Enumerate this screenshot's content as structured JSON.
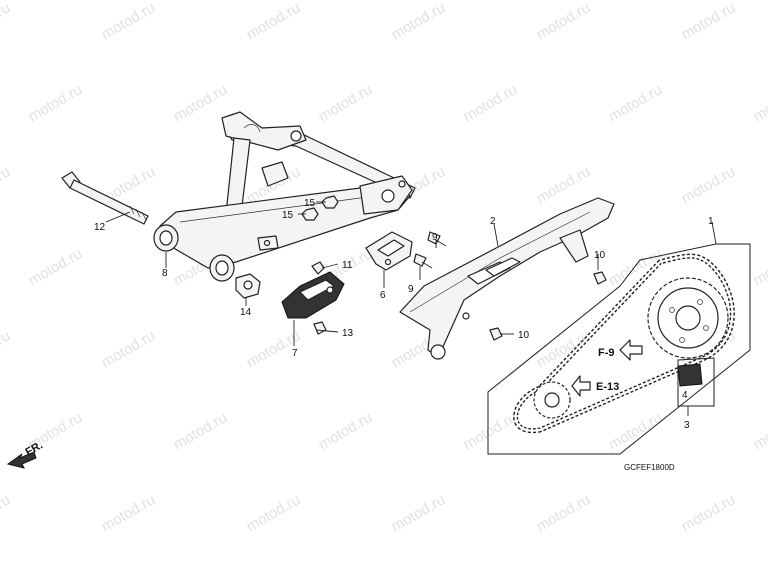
{
  "watermark": "motod.ru",
  "callouts": {
    "c1": "1",
    "c2": "2",
    "c3": "3",
    "c4": "4",
    "c6": "6",
    "c7": "7",
    "c8": "8",
    "c9a": "9",
    "c9b": "9",
    "c10a": "10",
    "c10b": "10",
    "c11": "11",
    "c12": "12",
    "c13": "13",
    "c14": "14",
    "c15a": "15",
    "c15b": "15"
  },
  "references": {
    "f9": "F-9",
    "e13": "E-13"
  },
  "front_marker": "FR.",
  "diagram_code": "GCFEF1800D"
}
